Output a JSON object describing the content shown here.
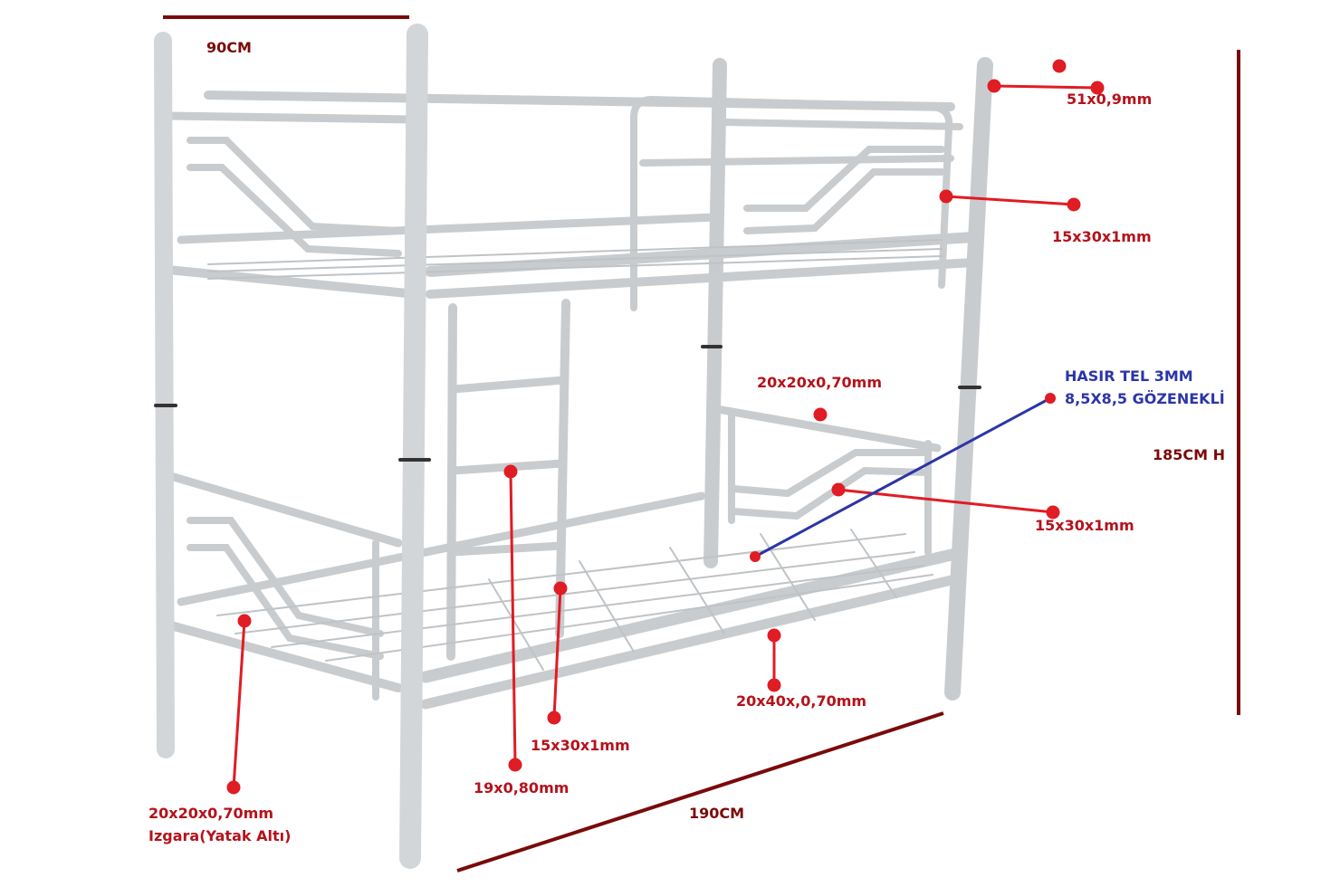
{
  "title": "Metal Bunk Bed Specifications",
  "colors": {
    "annotation": "#e01c24",
    "dimension": "#7a0a0a",
    "mesh_annotation": "#2b35a8",
    "frame": "#cfd2d4"
  },
  "dimensions": {
    "width": "90CM",
    "length": "190CM",
    "height": "185CM H"
  },
  "labels": {
    "post": "51x0,9mm",
    "upper_guardrail": "15x30x1mm",
    "mesh_line1": "HASIR TEL 3MM",
    "mesh_line2": "8,5X8,5 GÖZENEKLİ",
    "lower_headboard_top": "20x20x0,70mm",
    "lower_headboard": "15x30x1mm",
    "side_rail": "20x40x,0,70mm",
    "ladder_side": "15x30x1mm",
    "ladder_rung": "19x0,80mm",
    "grid_line1": "20x20x0,70mm",
    "grid_line2": "Izgara(Yatak Altı)"
  }
}
